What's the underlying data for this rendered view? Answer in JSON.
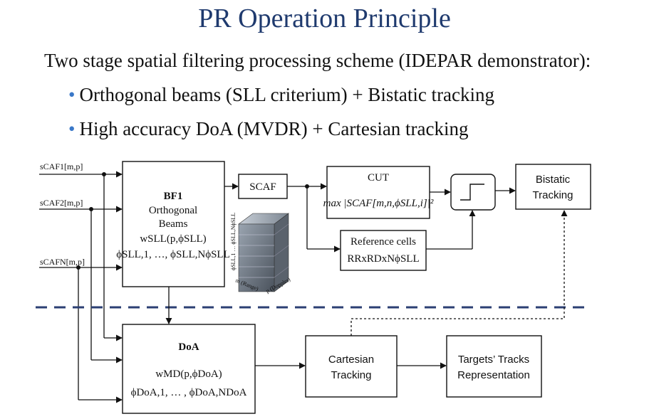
{
  "title": "PR Operation Principle",
  "subtitle": "Two stage spatial filtering processing scheme (IDEPAR demonstrator):",
  "bullets": [
    "Orthogonal beams (SLL criterium) + Bistatic tracking",
    "High accuracy DoA (MVDR) + Cartesian tracking"
  ],
  "inputs": [
    "sCAF1[m,p]",
    "sCAF2[m,p]",
    "sCAFN[m,p]"
  ],
  "bf": {
    "title": "BF1",
    "line1": "Orthogonal",
    "line2": "Beams",
    "weights": "wSLL(p,ϕSLL)",
    "angles": "ϕSLL,1, …, ϕSLL,NϕSLL"
  },
  "scaf": "SCAF",
  "cut": {
    "title": "CUT",
    "formula": "max |SCAF[m,n,ϕSLL,i]|²"
  },
  "ref": {
    "title": "Reference cells",
    "dims": "RRxRDxNϕSLL"
  },
  "cube_axes": {
    "x": "p (Doppler)",
    "y": "m (Range)",
    "z": "ϕSLL,1 … ϕSLL,NϕSLL"
  },
  "bistatic": {
    "line1": "Bistatic",
    "line2": "Tracking"
  },
  "doa": {
    "title": "DoA",
    "weights": "wMD(p,ϕDoA)",
    "angles": "ϕDoA,1, … , ϕDoA,NDoA"
  },
  "cartesian": {
    "line1": "Cartesian",
    "line2": "Tracking"
  },
  "targets": {
    "line1": "Targets’ Tracks",
    "line2": "Representation"
  },
  "colors": {
    "title": "#1f3a6e",
    "bullet": "#3a78c8",
    "divider": "#2b3f73"
  }
}
